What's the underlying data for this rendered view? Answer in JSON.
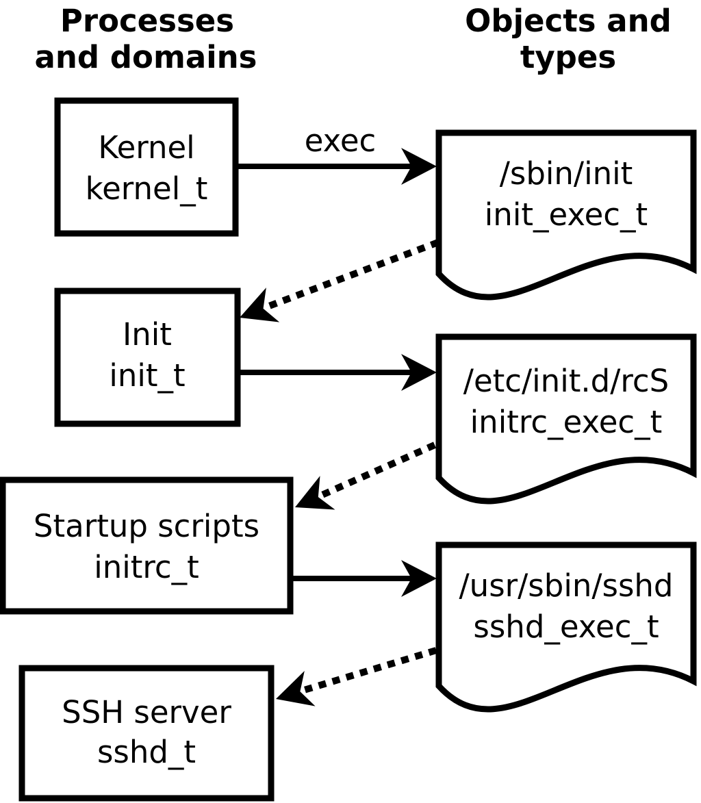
{
  "diagram": {
    "titles": {
      "left": {
        "line1": "Processes",
        "line2": "and domains"
      },
      "right": {
        "line1": "Objects and",
        "line2": "types"
      }
    },
    "processes": [
      {
        "label": "Kernel",
        "domain": "kernel_t"
      },
      {
        "label": "Init",
        "domain": "init_t"
      },
      {
        "label": "Startup scripts",
        "domain": "initrc_t"
      },
      {
        "label": "SSH server",
        "domain": "sshd_t"
      }
    ],
    "objects": [
      {
        "path": "/sbin/init",
        "type": "init_exec_t"
      },
      {
        "path": "/etc/init.d/rcS",
        "type": "initrc_exec_t"
      },
      {
        "path": "/usr/sbin/sshd",
        "type": "sshd_exec_t"
      }
    ],
    "edges": [
      {
        "from": "Kernel (kernel_t)",
        "to": "/sbin/init (init_exec_t)",
        "label": "exec",
        "style": "solid"
      },
      {
        "from": "/sbin/init (init_exec_t)",
        "to": "Init (init_t)",
        "label": "",
        "style": "dotted"
      },
      {
        "from": "Init (init_t)",
        "to": "/etc/init.d/rcS (initrc_exec_t)",
        "label": "",
        "style": "solid"
      },
      {
        "from": "/etc/init.d/rcS (initrc_exec_t)",
        "to": "Startup scripts (initrc_t)",
        "label": "",
        "style": "dotted"
      },
      {
        "from": "Startup scripts (initrc_t)",
        "to": "/usr/sbin/sshd (sshd_exec_t)",
        "label": "",
        "style": "solid"
      },
      {
        "from": "/usr/sbin/sshd (sshd_exec_t)",
        "to": "SSH server (sshd_t)",
        "label": "",
        "style": "dotted"
      }
    ],
    "colors": {
      "stroke": "#000000",
      "background": "#ffffff"
    }
  }
}
